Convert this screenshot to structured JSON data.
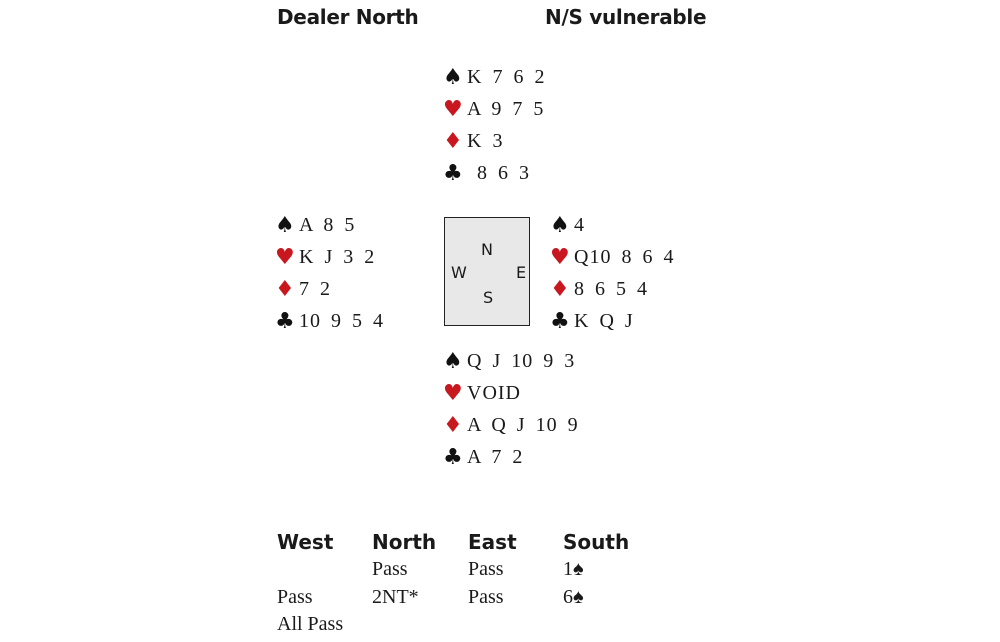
{
  "header": {
    "dealer": "Dealer North",
    "vulnerability": "N/S vulnerable"
  },
  "colors": {
    "red_suit": "#c8171e",
    "black_suit": "#111111",
    "compass_bg": "#e8e8e8"
  },
  "suits": {
    "spades": "♠",
    "hearts": "♥",
    "diamonds": "♦",
    "clubs": "♣"
  },
  "hands": {
    "north": {
      "spades": "K 7 6 2",
      "hearts": "A 9 7 5",
      "diamonds": "K 3",
      "clubs": " 8 6 3"
    },
    "west": {
      "spades": "A 8 5",
      "hearts": "K J 3 2",
      "diamonds": "7 2",
      "clubs": "10 9 5 4"
    },
    "east": {
      "spades": "4",
      "hearts": "Q10 8 6 4",
      "diamonds": "8 6 5 4",
      "clubs": "K Q J"
    },
    "south": {
      "spades": "Q J 10 9 3",
      "hearts": "VOID",
      "diamonds": "A Q J 10 9",
      "clubs": "A 7 2"
    }
  },
  "compass": {
    "n": "N",
    "s": "S",
    "e": "E",
    "w": "W"
  },
  "bidding": {
    "headers": [
      "West",
      "North",
      "East",
      "South"
    ],
    "rows": [
      [
        "",
        "Pass",
        "Pass",
        "1♠"
      ],
      [
        "Pass",
        "2NT*",
        "Pass",
        "6♠"
      ],
      [
        "All Pass",
        "",
        "",
        ""
      ]
    ]
  }
}
